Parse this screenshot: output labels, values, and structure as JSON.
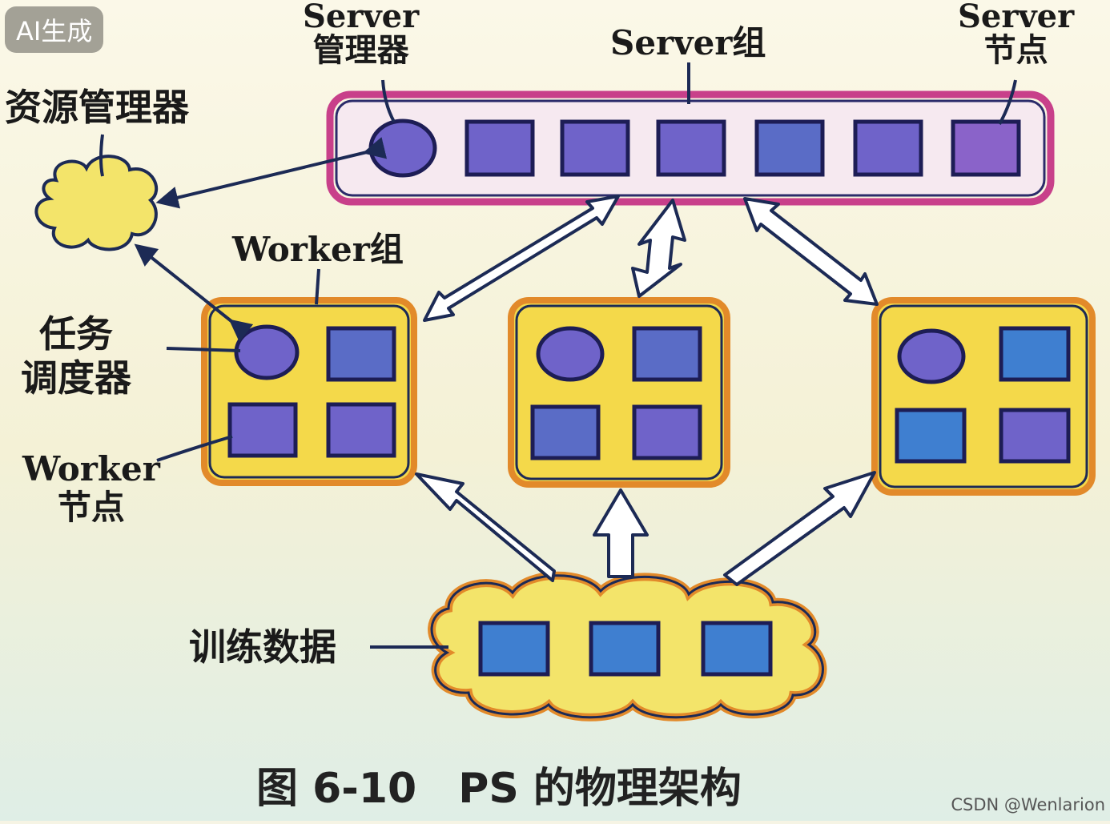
{
  "badge": "AI生成",
  "labels": {
    "server_manager": [
      "Server",
      "管理器"
    ],
    "server_group": "Server组",
    "server_node": [
      "Server",
      "节点"
    ],
    "resource_manager": "资源管理器",
    "worker_group": "Worker组",
    "task_scheduler": [
      "任务",
      "调度器"
    ],
    "worker_node": [
      "Worker",
      "节点"
    ],
    "training_data": "训练数据"
  },
  "caption": "图 6-10　PS 的物理架构",
  "watermark": "CSDN @Wenlarion",
  "colors": {
    "server_frame": "#c8408a",
    "worker_frame": "#e28a2a",
    "worker_fill": "#f4d94a",
    "node_purple": "#6f63c9",
    "node_blue": "#3f7fd0",
    "cloud_fill": "#f3e46a",
    "arrow_fill": "#ffffff",
    "line": "#1c2a55"
  }
}
